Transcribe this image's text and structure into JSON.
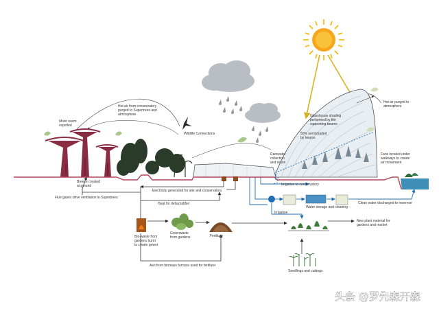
{
  "labels": {
    "moist_warm": [
      "Moist warm",
      "expelled"
    ],
    "hot_air_conservatory": [
      "Hot air from conservatory",
      "purged to Supertrees and",
      "atmosphere"
    ],
    "wildlife": "Wildlife Connections",
    "hot_air_purged": [
      "Hot air purged to",
      "atmosphere"
    ],
    "glasshouse_shading": [
      "Glasshouse shading",
      "performed by the",
      "supporting beams"
    ],
    "semishaded": [
      "50% semishaded",
      "by beams"
    ],
    "breeze": [
      "Breeze created",
      "at ground"
    ],
    "rainwater": [
      "Rainwater",
      "collection",
      "and reuse"
    ],
    "fans": [
      "Fans located under",
      "walkways to create",
      "air movement"
    ],
    "irrigation_conservatory": "Irrigation to conservatory",
    "electricity": "Electricity generated for site and conservatory",
    "flue_gases": "Flue gases drive ventilation in Supertrees",
    "heat_dehumidifier": "Heat for dehumidifier",
    "water_storage": "Water storage and cleaning",
    "clean_water": "Clean water discharged to reservoir",
    "irrigation": "Irrigation",
    "greenwaste": [
      "Greenwaste",
      "from gardens"
    ],
    "fertilizer": "Fertilizer",
    "new_plant": [
      "New plant material for",
      "gardens and market"
    ],
    "biowaste": [
      "Bio-waste from",
      "gardens burnt",
      "to create power"
    ],
    "ash": "Ash from biomass furnace used for fertilizer",
    "seedlings": "Seedlings and cuttings"
  },
  "watermark": "头条 @罗先森开森",
  "colors": {
    "ground": "#b5435a",
    "water_flow": "#1f6fb5",
    "energy_flow": "#333333",
    "sun": "#f5a623",
    "sun_rays": "#d9b21f",
    "cloud": "#b9bec4",
    "supertree": "#8a2d44",
    "reservoir": "#3d8fb8"
  },
  "icons": [
    "sun-icon",
    "cloud-icon",
    "rain-icon",
    "bird-icon",
    "supertree-icon",
    "tree-icon",
    "conservatory-dome-icon",
    "furnace-icon",
    "compost-pile-icon",
    "seedling-icon",
    "arrow-icon"
  ]
}
